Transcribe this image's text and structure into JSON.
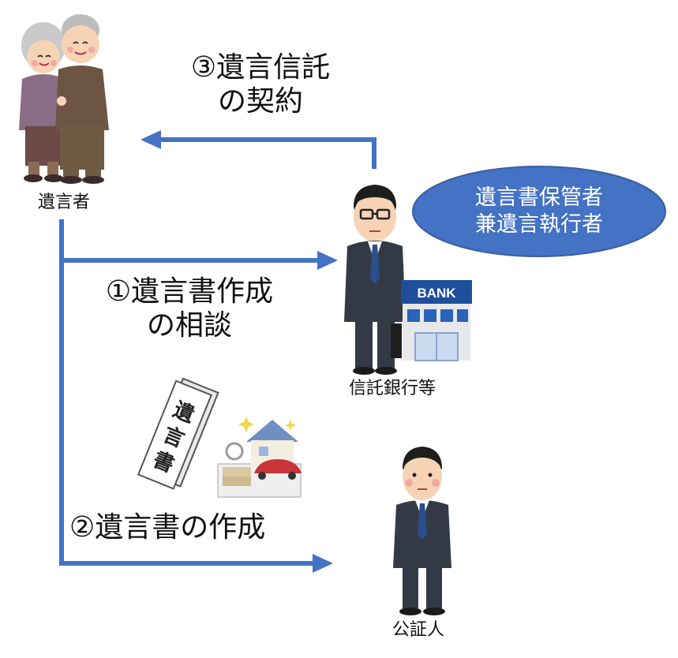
{
  "actors": {
    "testator": {
      "label": "遺言者"
    },
    "bank": {
      "label": "信託銀行等",
      "sign": "BANK"
    },
    "notary": {
      "label": "公証人"
    }
  },
  "bank_role": {
    "line1": "遺言書保管者",
    "line2": "兼遺言執行者"
  },
  "steps": {
    "step1": {
      "line1": "①遺言書作成",
      "line2": "の相談"
    },
    "step2": {
      "line1": "②遺言書の作成"
    },
    "step3": {
      "line1": "③遺言信託",
      "line2": "の契約"
    }
  },
  "document": {
    "title": "遺言書"
  },
  "colors": {
    "arrow": "#4472c4",
    "bubble": "#4472c4",
    "bubble_text": "#ffffff"
  },
  "icons": [
    "elderly-couple-icon",
    "businessman-glasses-icon",
    "bank-building-icon",
    "notary-man-icon",
    "will-document-icon",
    "assets-icon"
  ]
}
